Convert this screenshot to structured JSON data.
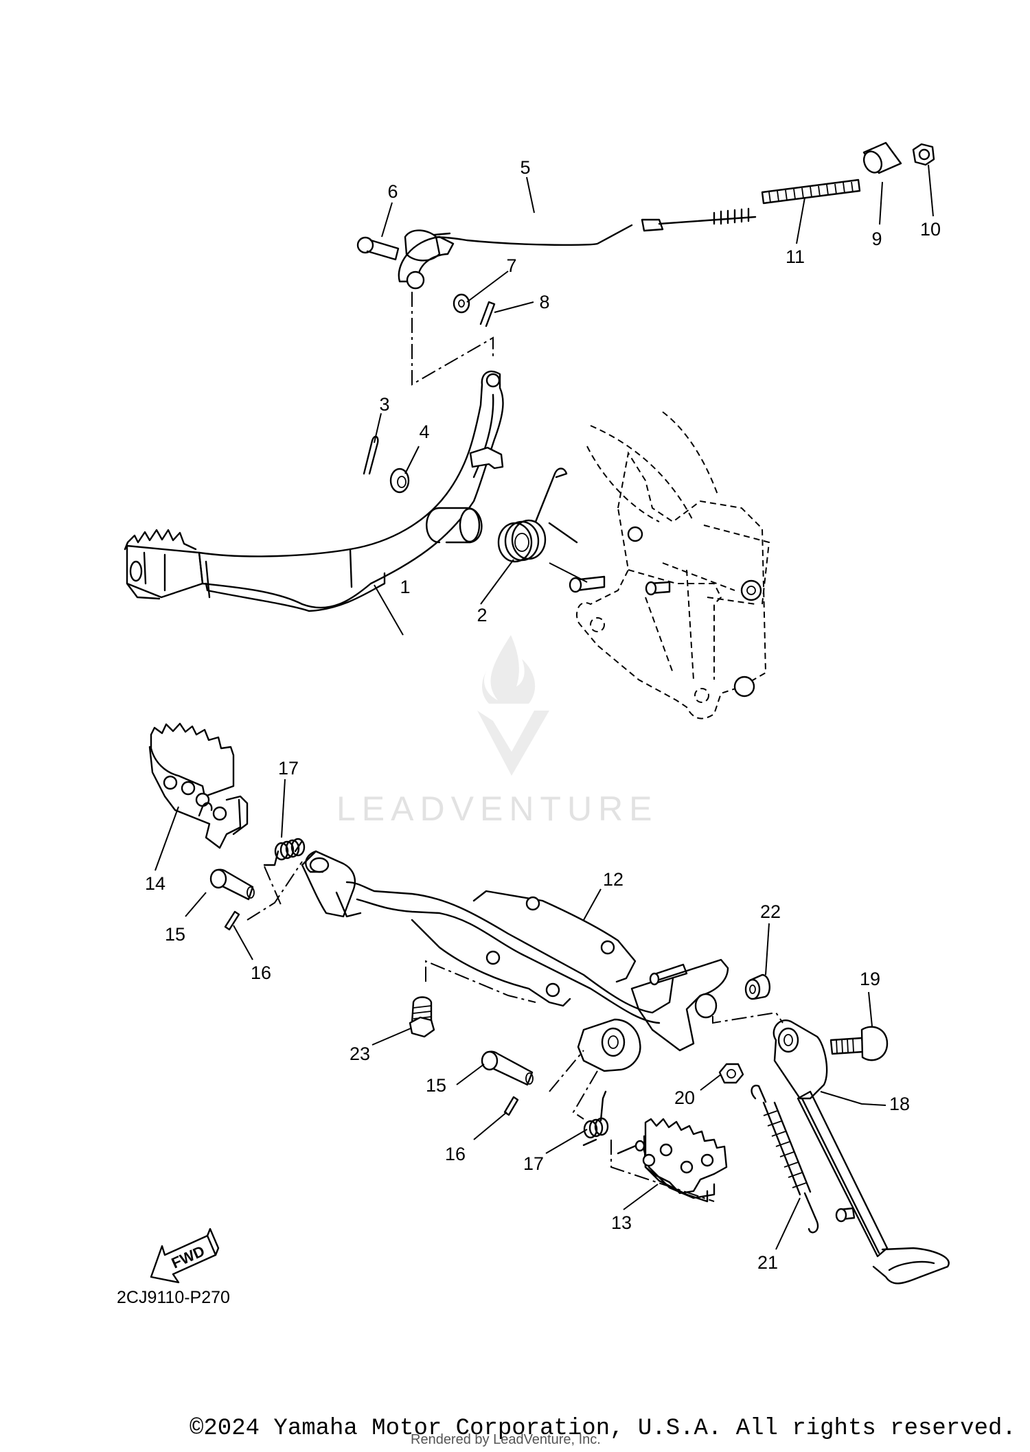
{
  "diagram": {
    "code": "2CJ9110-P270",
    "fwd_label": "FWD",
    "watermark": "LEADVENTURE",
    "callouts": [
      "1",
      "2",
      "3",
      "4",
      "5",
      "6",
      "7",
      "8",
      "9",
      "10",
      "11",
      "12",
      "13",
      "14",
      "15",
      "15",
      "16",
      "16",
      "17",
      "17",
      "18",
      "19",
      "20",
      "21",
      "22",
      "23"
    ]
  },
  "footer": {
    "copyright": "©2024 Yamaha Motor Corporation, U.S.A. All rights reserved.",
    "rendered_by": "Rendered by LeadVenture, Inc."
  }
}
